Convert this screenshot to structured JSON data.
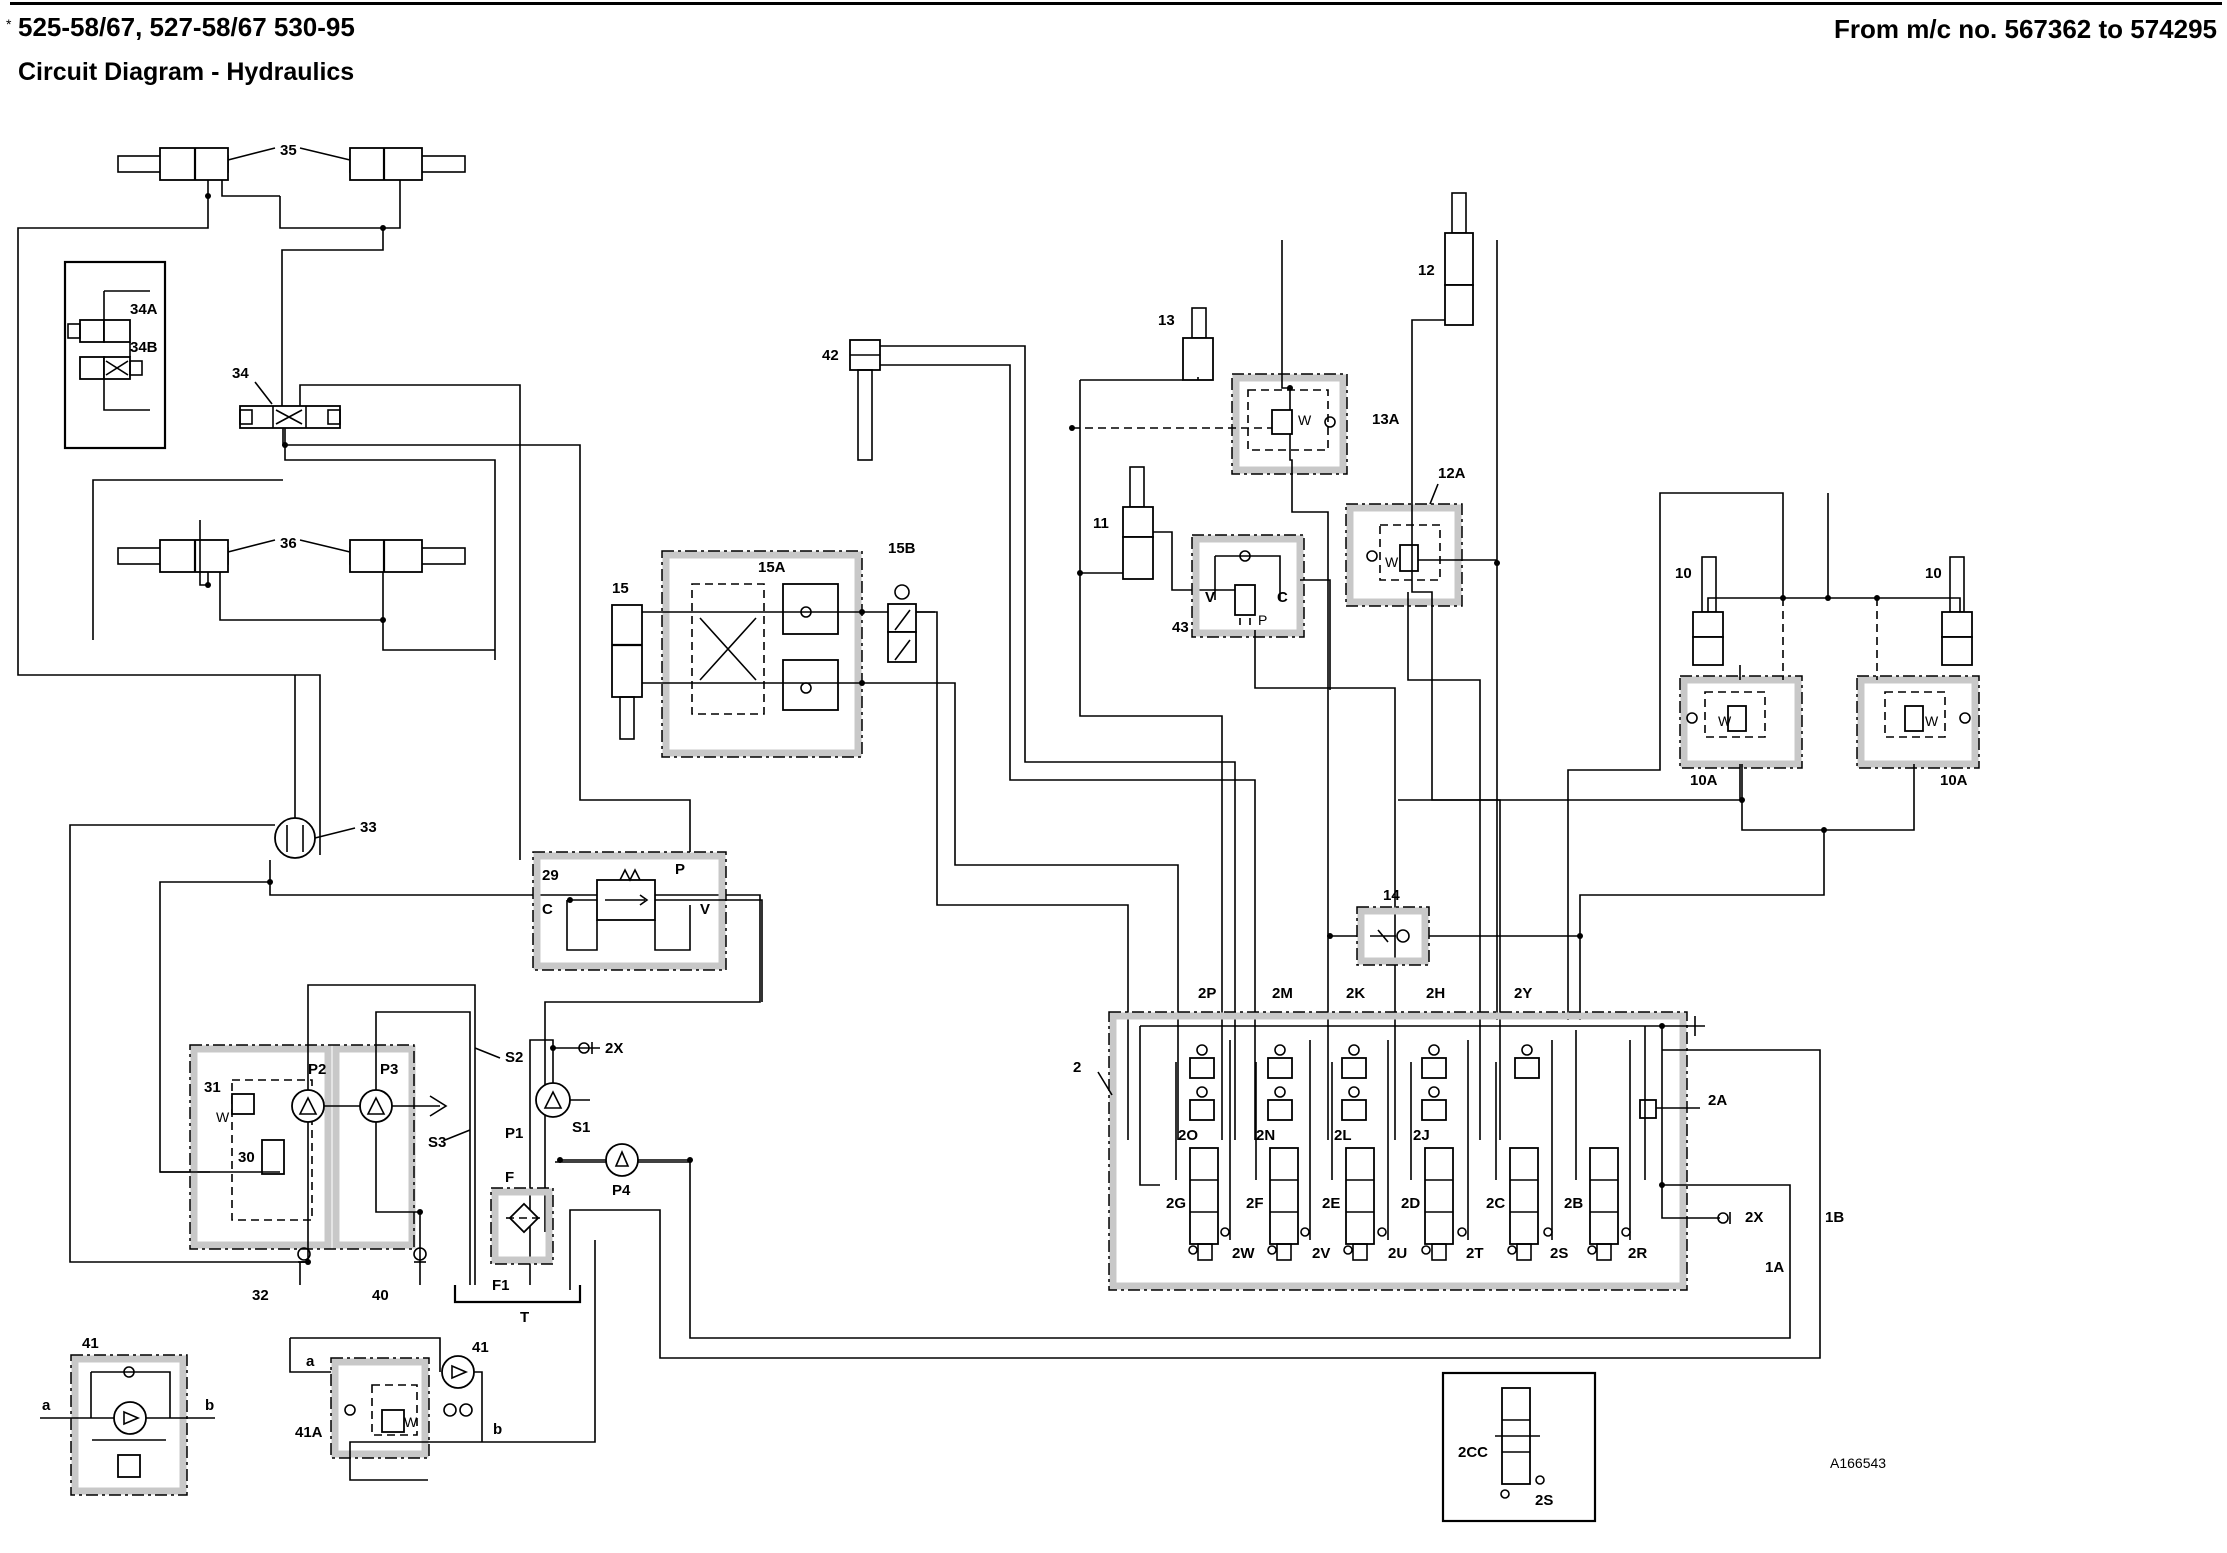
{
  "header": {
    "star": "*",
    "models": "525-58/67, 527-58/67 530-95",
    "title": "Circuit Diagram - Hydraulics",
    "serial_range": "From m/c no. 567362 to 574295"
  },
  "labels": {
    "l35": "35",
    "l34": "34",
    "l34A": "34A",
    "l34B": "34B",
    "l36": "36",
    "l33": "33",
    "l29": "29",
    "l29C": "C",
    "l29P": "P",
    "l29V": "V",
    "l15": "15",
    "l15A": "15A",
    "l15B": "15B",
    "l42": "42",
    "l13": "13",
    "l13A": "13A",
    "l12": "12",
    "l12A": "12A",
    "l11": "11",
    "l43": "43",
    "l43V": "V",
    "l43C": "C",
    "l43P": "P",
    "l10L": "10",
    "l10R": "10",
    "l10AL": "10A",
    "l10AR": "10A",
    "l14": "14",
    "l2": "2",
    "l2A": "2A",
    "l2X": "2X",
    "l2Xb": "2X",
    "l1A": "1A",
    "l1B": "1B",
    "l2P": "2P",
    "l2M": "2M",
    "l2K": "2K",
    "l2H": "2H",
    "l2Y": "2Y",
    "l2O": "2O",
    "l2N": "2N",
    "l2L": "2L",
    "l2J": "2J",
    "l2G": "2G",
    "l2F": "2F",
    "l2E": "2E",
    "l2D": "2D",
    "l2C": "2C",
    "l2B": "2B",
    "l2W": "2W",
    "l2V": "2V",
    "l2U": "2U",
    "l2T": "2T",
    "l2S": "2S",
    "l2R": "2R",
    "l31": "31",
    "l30": "30",
    "lP2": "P2",
    "lP3": "P3",
    "lS2": "S2",
    "lS3": "S3",
    "lP1": "P1",
    "lS1": "S1",
    "lP4": "P4",
    "lF": "F",
    "lF1": "F1",
    "lT": "T",
    "l32": "32",
    "l40": "40",
    "l41a": "41",
    "l41b": "41",
    "l41A": "41A",
    "la1": "a",
    "lb1": "b",
    "la2": "a",
    "lb2": "b",
    "l2CC": "2CC",
    "l2Sb": "2S",
    "ref": "A166543"
  },
  "symbols": {
    "W": "W"
  },
  "icons": [
    "hydraulic-cylinder-icon",
    "pump-icon",
    "spool-valve-icon",
    "check-valve-icon",
    "filter-icon",
    "tank-icon",
    "relief-valve-icon"
  ],
  "colors": {
    "line": "#000000",
    "enclosure": "#c8c8c8",
    "background": "#ffffff"
  }
}
